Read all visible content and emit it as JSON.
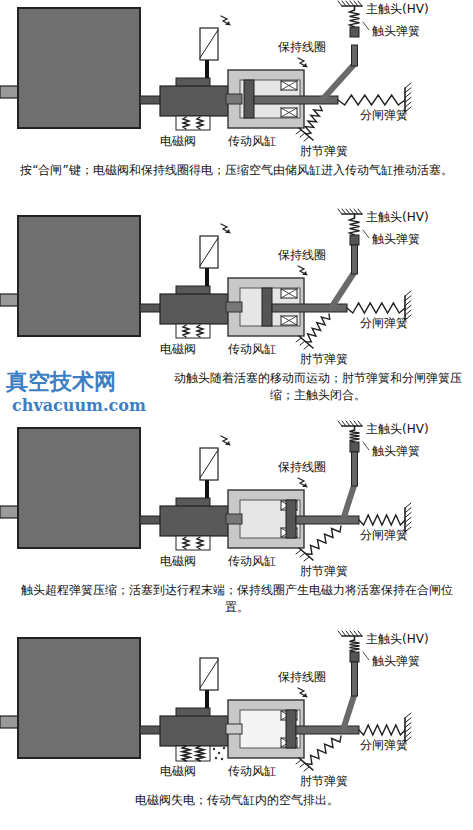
{
  "diagram": {
    "labels": [
      "主触头(HV)",
      "触头弹簧",
      "保持线圈",
      "分闸弹簧",
      "电磁阀",
      "传动风缸",
      "肘节弹簧",
      "按“合闸”键；电磁阀和保持线圈得电；压缩空气由储风缸进入传动气缸推动活塞。",
      "主触头(HV)",
      "触头弹簧",
      "保持线圈",
      "分闸弹簧",
      "电磁阀",
      "传动风缸",
      "肘节弹簧",
      "动触头随着活塞的移动而运动；肘节弹簧和分闸弹簧压缩；主触头闭合。",
      "真空技术网",
      "chvacuum.com",
      "主触头(HV)",
      "触头弹簧",
      "保持线圈",
      "分闸弹簧",
      "电磁阀",
      "传动风缸",
      "肘节弹簧",
      "触头超程弹簧压缩；活塞到达行程末端；保持线圈产生电磁力将活塞保持在合闸位置。",
      "主触头(HV)",
      "触头弹簧",
      "保持线圈",
      "分闸弹簧",
      "电磁阀",
      "传动风缸",
      "肘节弹簧",
      "电磁阀失电；传动气缸内的空气排出。"
    ]
  }
}
